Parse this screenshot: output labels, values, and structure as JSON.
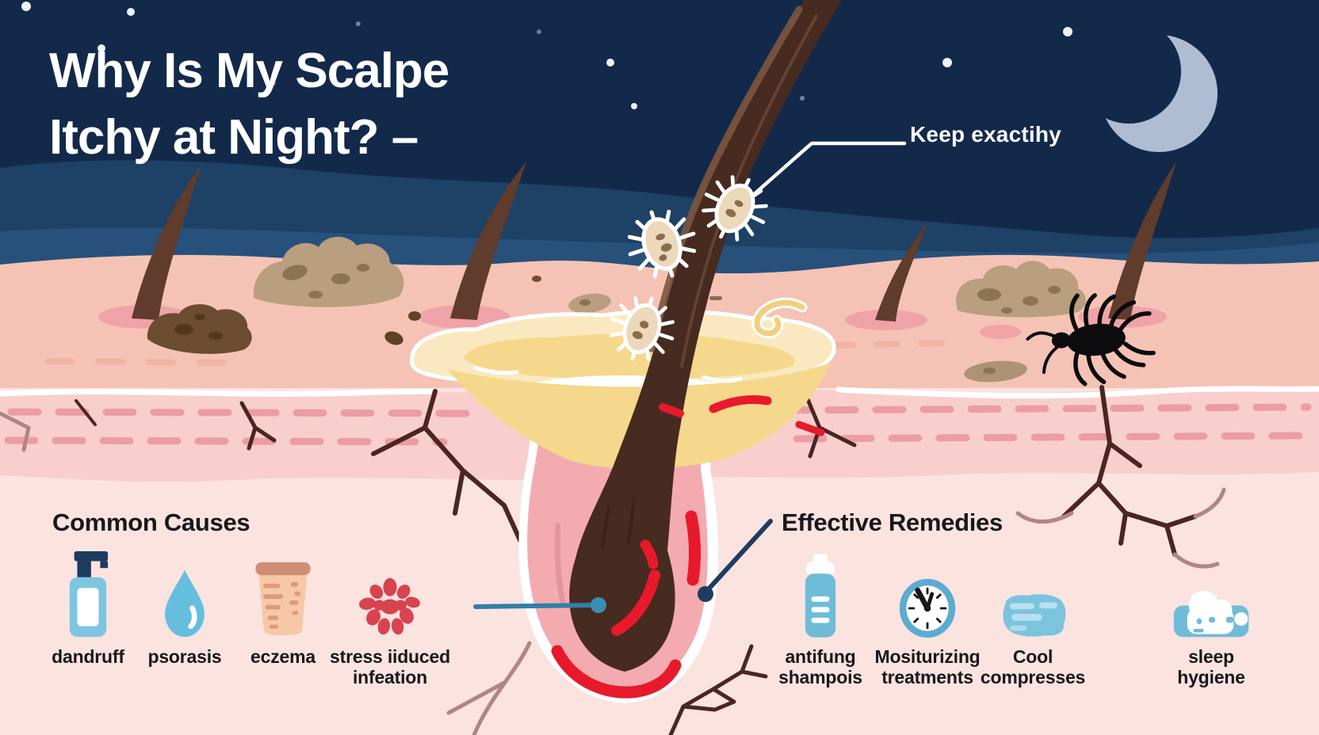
{
  "title": {
    "line1": "Why Is My Scalpe",
    "line2": "Itchy at Night? –"
  },
  "callout": {
    "label": "Keep exactihy"
  },
  "sections": {
    "causes": {
      "heading": "Common Causes",
      "items": [
        {
          "label": "dandruff",
          "icon": "pump-bottle-icon"
        },
        {
          "label": "psorasis",
          "icon": "droplet-icon"
        },
        {
          "label": "eczema",
          "icon": "skin-patch-icon"
        },
        {
          "label": "stress iiduced\ninfeation",
          "icon": "inflammation-cluster-icon"
        }
      ]
    },
    "remedies": {
      "heading": "Effective Remedies",
      "items": [
        {
          "label": "antifung\nshampois",
          "icon": "shampoo-bottle-icon"
        },
        {
          "label": "Mositurizing\ntreatments",
          "icon": "clock-icon"
        },
        {
          "label": "Cool\ncompresses",
          "icon": "cool-compress-icon"
        },
        {
          "label": "sleep\nhygiene",
          "icon": "sleep-cloud-icon"
        }
      ]
    }
  },
  "scene": {
    "elements": [
      "night-sky",
      "stars",
      "crescent-moon",
      "scalp-cross-section",
      "hair-follicle",
      "hair-strands",
      "dust-mites",
      "louse",
      "dandruff-flakes",
      "sebum-pool",
      "inflammation-marks",
      "skin-cracks"
    ]
  },
  "colors": {
    "night_sky": "#12294a",
    "scalp_skin": "#f5c3b5",
    "epidermis_pink": "#f8cfcc",
    "dermis_pink": "#fbe3e0",
    "inflammation_red": "#e8192b",
    "hair_brown": "#4b2c21",
    "sebum_yellow": "#f5d88c",
    "icon_blue": "#7ec5e2",
    "moon_gray": "#aebdd2",
    "text_dark": "#17181c",
    "callout_white": "#ffffff"
  }
}
